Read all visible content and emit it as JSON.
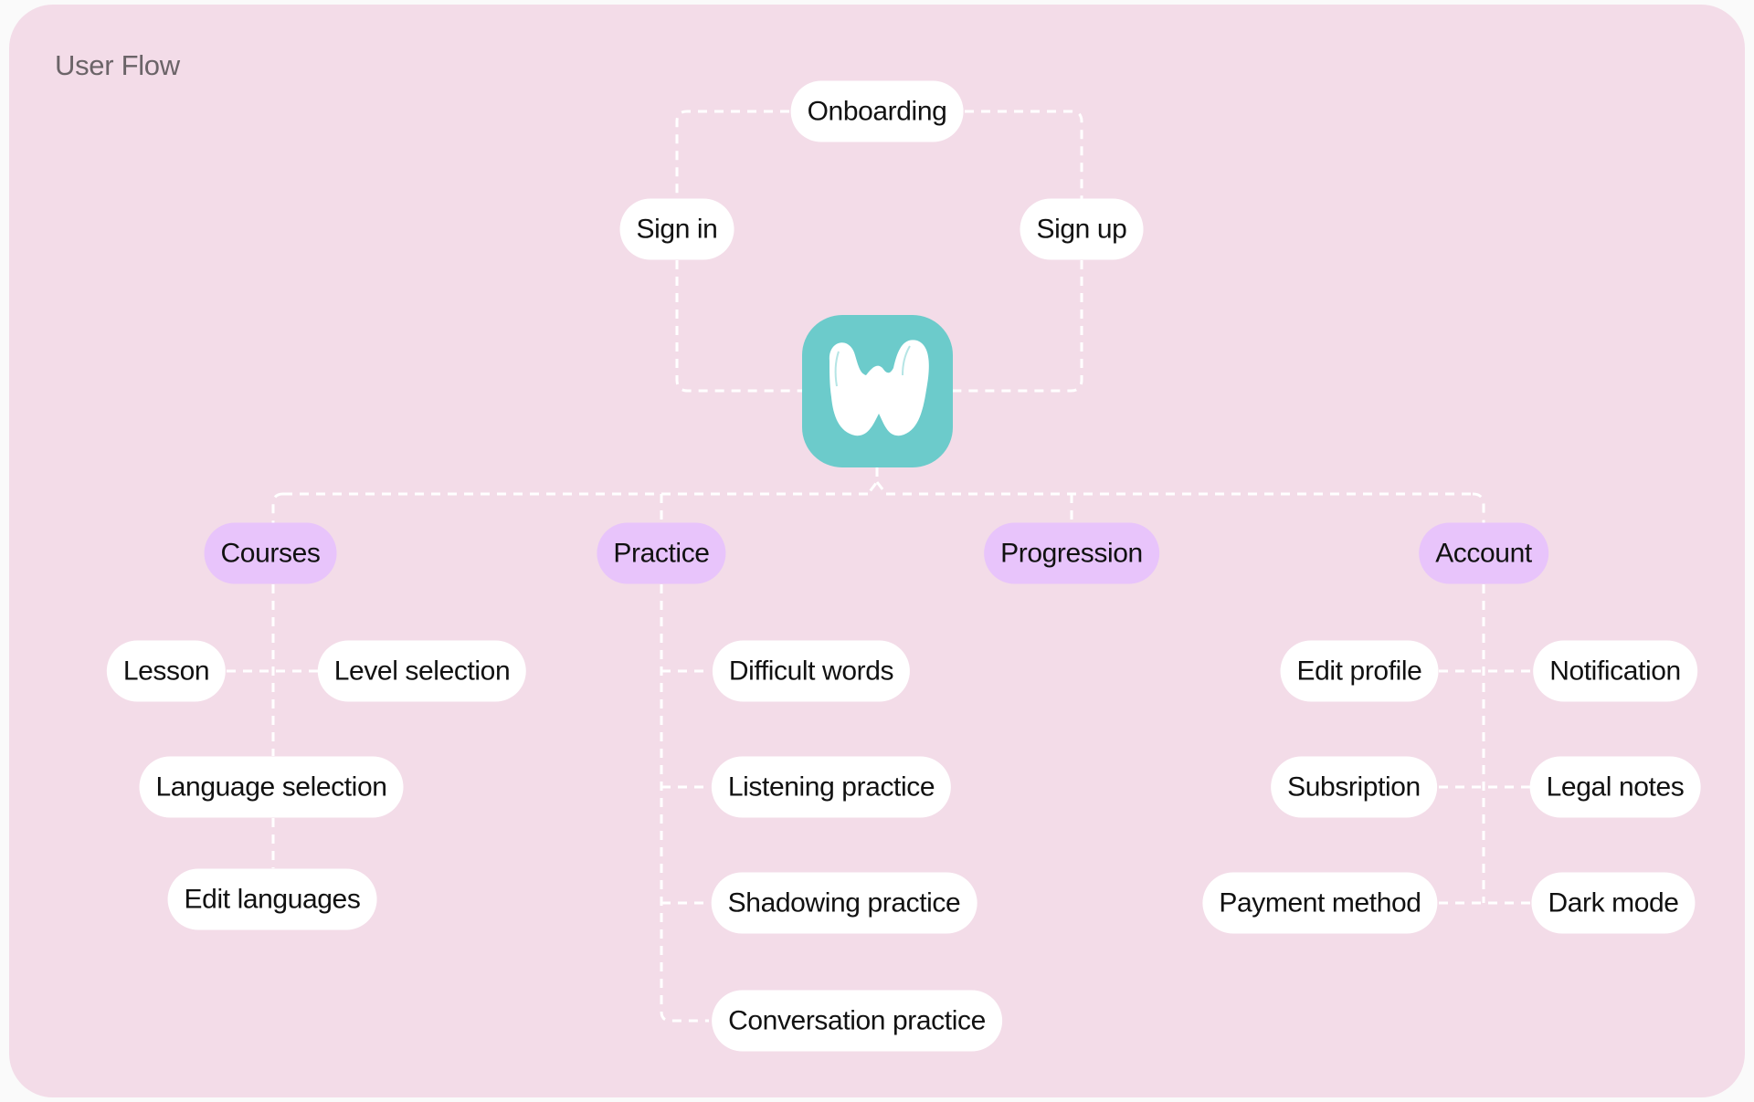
{
  "title": "User Flow",
  "colors": {
    "background": "#f3dce8",
    "node": "#ffffff",
    "category_node": "#e8c4fb",
    "logo": "#6ccbcb",
    "connector": "#ffffff"
  },
  "logo": {
    "icon": "w-app-logo-icon",
    "letter": "W"
  },
  "auth": {
    "onboarding": "Onboarding",
    "sign_in": "Sign in",
    "sign_up": "Sign up"
  },
  "categories": [
    {
      "label": "Courses",
      "children": [
        "Lesson",
        "Level selection",
        "Language selection",
        "Edit languages"
      ]
    },
    {
      "label": "Practice",
      "children": [
        "Difficult words",
        "Listening practice",
        "Shadowing practice",
        "Conversation practice"
      ]
    },
    {
      "label": "Progression",
      "children": []
    },
    {
      "label": "Account",
      "children": [
        "Edit profile",
        "Notification",
        "Subsription",
        "Legal notes",
        "Payment method",
        "Dark mode"
      ]
    }
  ]
}
